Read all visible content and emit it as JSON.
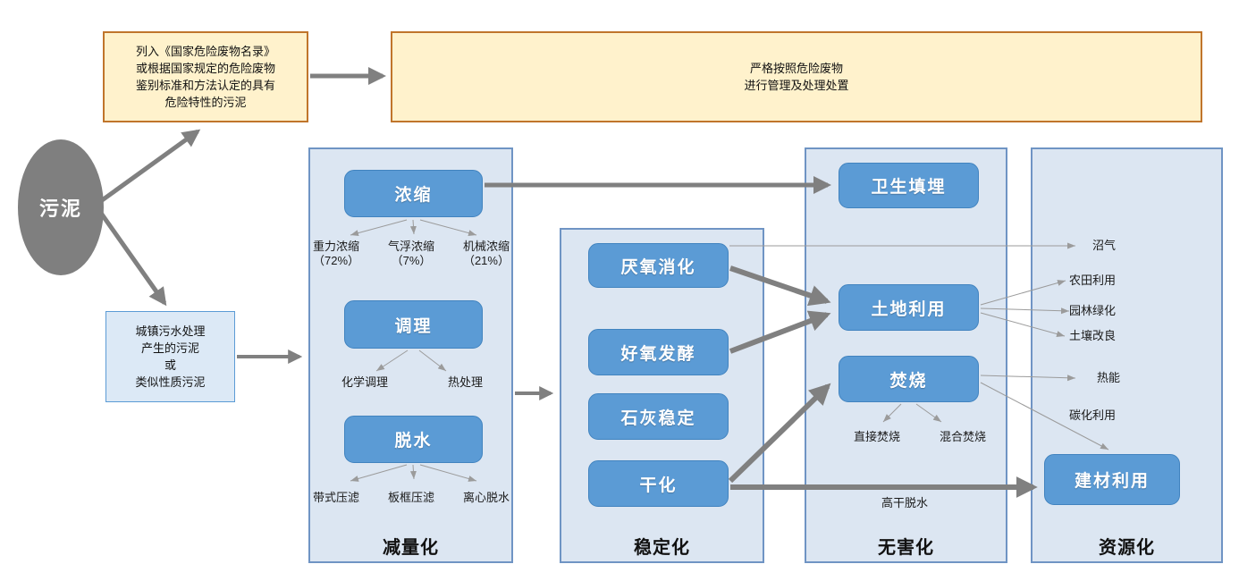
{
  "source_ellipse": {
    "label": "污泥"
  },
  "hazard_box": {
    "lines": [
      "列入《国家危险废物名录》",
      "或根据国家规定的危险废物",
      "鉴别标准和方法认定的具有",
      "危险特性的污泥"
    ]
  },
  "hazard_management_box": {
    "lines": [
      "严格按照危险废物",
      "进行管理及处理处置"
    ]
  },
  "municipal_sludge_box": {
    "lines": [
      "城镇污水处理",
      "产生的污泥",
      "或",
      "类似性质污泥"
    ]
  },
  "reduction": {
    "label": "减量化",
    "thickening": {
      "label": "浓缩",
      "methods": [
        {
          "name": "重力浓缩",
          "share": "（72%）"
        },
        {
          "name": "气浮浓缩",
          "share": "（7%）"
        },
        {
          "name": "机械浓缩",
          "share": "（21%）"
        }
      ]
    },
    "conditioning": {
      "label": "调理",
      "methods": [
        "化学调理",
        "热处理"
      ]
    },
    "dewatering": {
      "label": "脱水",
      "methods": [
        "带式压滤",
        "板框压滤",
        "离心脱水"
      ]
    }
  },
  "stabilization": {
    "label": "稳定化",
    "anaerobic_digestion": "厌氧消化",
    "aerobic_fermentation": "好氧发酵",
    "lime_stabilization": "石灰稳定",
    "drying": "干化"
  },
  "harmless": {
    "label": "无害化",
    "sanitary_landfill": "卫生填埋",
    "land_use": "土地利用",
    "incineration": {
      "label": "焚烧",
      "methods": [
        "直接焚烧",
        "混合焚烧"
      ]
    },
    "high_dry_note": "高干脱水"
  },
  "resource": {
    "label": "资源化",
    "biogas": "沼气",
    "farmland_use": "农田利用",
    "landscaping": "园林绿化",
    "soil_improvement": "土壤改良",
    "heat_energy": "热能",
    "carbonization_use": "碳化利用",
    "building_material": "建材利用"
  },
  "colors": {
    "process_blue": "#5b9bd5",
    "container_fill": "#dce6f2",
    "hazard_fill": "#fff2cc",
    "hazard_border": "#c0752b",
    "thick_arrow": "#808080",
    "thin_arrow": "#9b9b9b",
    "source_gray": "#7f7f7f"
  }
}
